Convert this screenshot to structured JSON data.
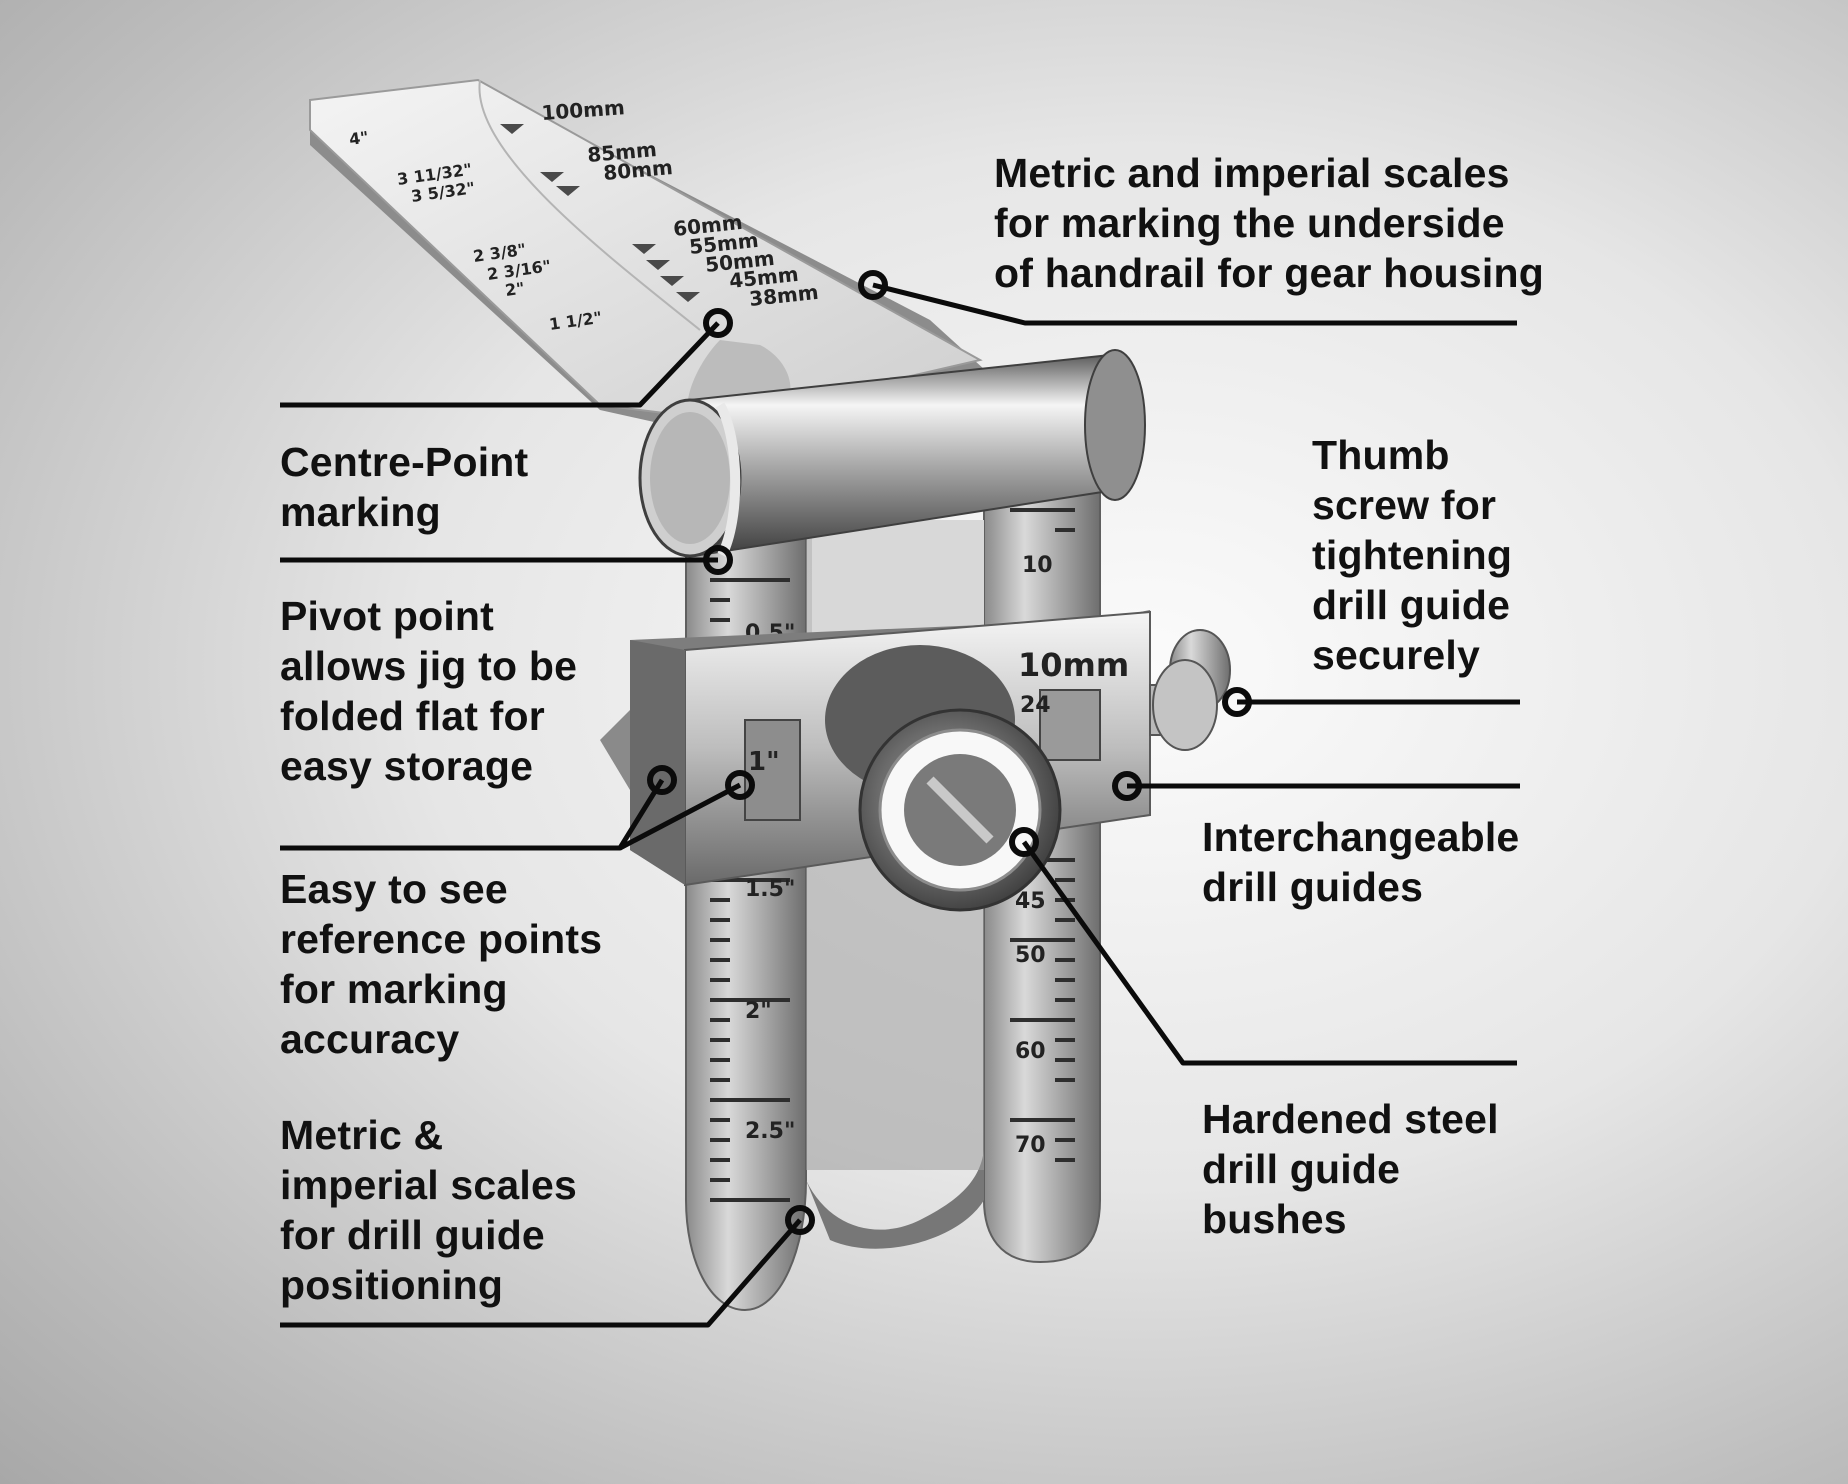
{
  "callouts": {
    "metric_imperial_handrail": "Metric and imperial scales\nfor marking the underside\nof handrail for gear housing",
    "centre_point": "Centre-Point\nmarking",
    "thumb_screw": "Thumb\nscrew for\ntightening\ndrill guide\nsecurely",
    "pivot_point": "Pivot point\nallows jig to be\nfolded flat for\neasy storage",
    "interchangeable": "Interchangeable\ndrill guides",
    "reference_points": "Easy to see\nreference points\nfor marking\naccuracy",
    "hardened_steel": "Hardened steel\ndrill guide\nbushes",
    "drill_guide_scales": "Metric &\nimperial scales\nfor drill guide\npositioning"
  },
  "top_arm": {
    "metric_marks": [
      "100mm",
      "85mm",
      "80mm",
      "60mm",
      "55mm",
      "50mm",
      "45mm",
      "38mm"
    ],
    "imperial_marks": [
      "4\"",
      "3 11/32\"",
      "3 5/32\"",
      "2 3/8\"",
      "2 3/16\"",
      "2\"",
      "1 1/2\""
    ]
  },
  "guide_block": {
    "bush_size": "10mm",
    "slider_mark": "24",
    "inch_mark": "1\""
  },
  "left_rail_marks": [
    "0.5\"",
    "1.5\"",
    "2\"",
    "2.5\""
  ],
  "right_rail_marks": [
    "10",
    "45",
    "50",
    "60",
    "70"
  ],
  "colors": {
    "steel_light": "#f2f2f2",
    "steel_dark": "#5a5a5a",
    "leader": "#0b0b0b",
    "text": "#111111"
  }
}
